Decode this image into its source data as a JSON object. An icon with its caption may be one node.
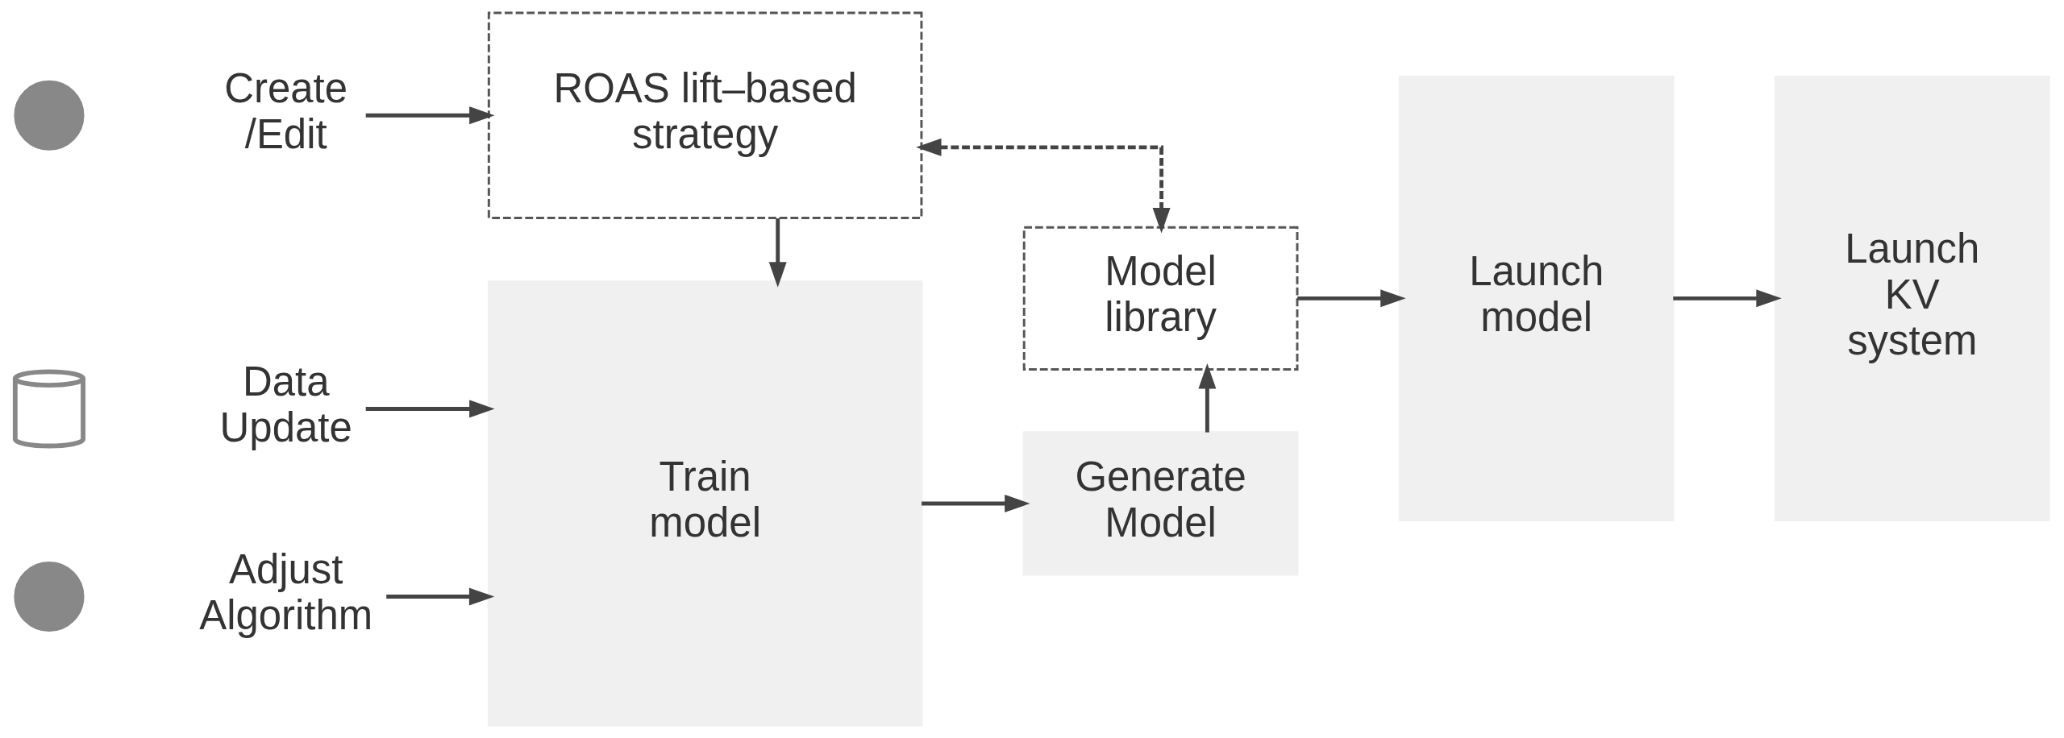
{
  "diagram": {
    "nodes": [
      {
        "text": [],
        "shape": "person"
      },
      {
        "text": [
          "Create /Edit"
        ]
      },
      {
        "text": [
          "ROAS lift–based strategy"
        ]
      },
      {
        "text": [],
        "shape": "cylinder"
      },
      {
        "text": [
          "Data Update"
        ]
      },
      {
        "text": [],
        "shape": "person"
      },
      {
        "text": [
          "Adjust Algorithm"
        ]
      },
      {
        "text": [
          "Train model"
        ]
      },
      {
        "text": [
          "Model library"
        ]
      },
      {
        "text": [
          "Generate Model"
        ]
      },
      {
        "text": [
          "Launch model"
        ]
      },
      {
        "text": [
          "Launch KV system"
        ]
      }
    ],
    "edges": [
      {
        "from": 1,
        "to": 2,
        "arrow": "to"
      },
      {
        "from": 8,
        "to": 2,
        "arrow": "both",
        "style": "dashed"
      },
      {
        "from": 2,
        "to": 7,
        "arrow": "to"
      },
      {
        "from": 4,
        "to": 7,
        "arrow": "to"
      },
      {
        "from": 6,
        "to": 7,
        "arrow": "to"
      },
      {
        "from": 7,
        "to": 9,
        "arrow": "to"
      },
      {
        "from": 9,
        "to": 8,
        "arrow": "to"
      },
      {
        "from": 8,
        "to": 10,
        "arrow": "to"
      },
      {
        "from": 10,
        "to": 11,
        "arrow": "to"
      }
    ]
  }
}
